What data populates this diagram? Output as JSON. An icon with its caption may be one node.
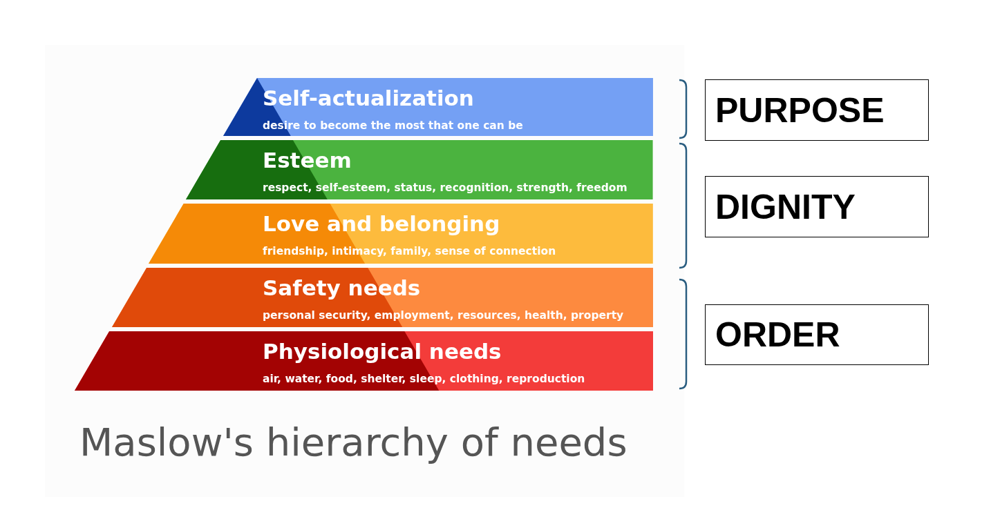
{
  "diagram": {
    "caption": "Maslow's hierarchy of needs",
    "nodes": [
      {
        "text": [
          "Self-actualization",
          "desire to become the most that one can be"
        ]
      },
      {
        "text": [
          "Esteem",
          "respect, self-esteem, status, recognition, strength, freedom"
        ]
      },
      {
        "text": [
          "Love and belonging",
          "friendship, intimacy, family, sense of connection"
        ]
      },
      {
        "text": [
          "Safety needs",
          "personal security, employment, resources, health, property"
        ]
      },
      {
        "text": [
          "Physiological needs",
          "air, water, food, shelter, sleep, clothing, reproduction"
        ]
      },
      {
        "text": [
          "PURPOSE"
        ]
      },
      {
        "text": [
          "DIGNITY"
        ]
      },
      {
        "text": [
          "ORDER"
        ]
      }
    ],
    "edges": []
  }
}
